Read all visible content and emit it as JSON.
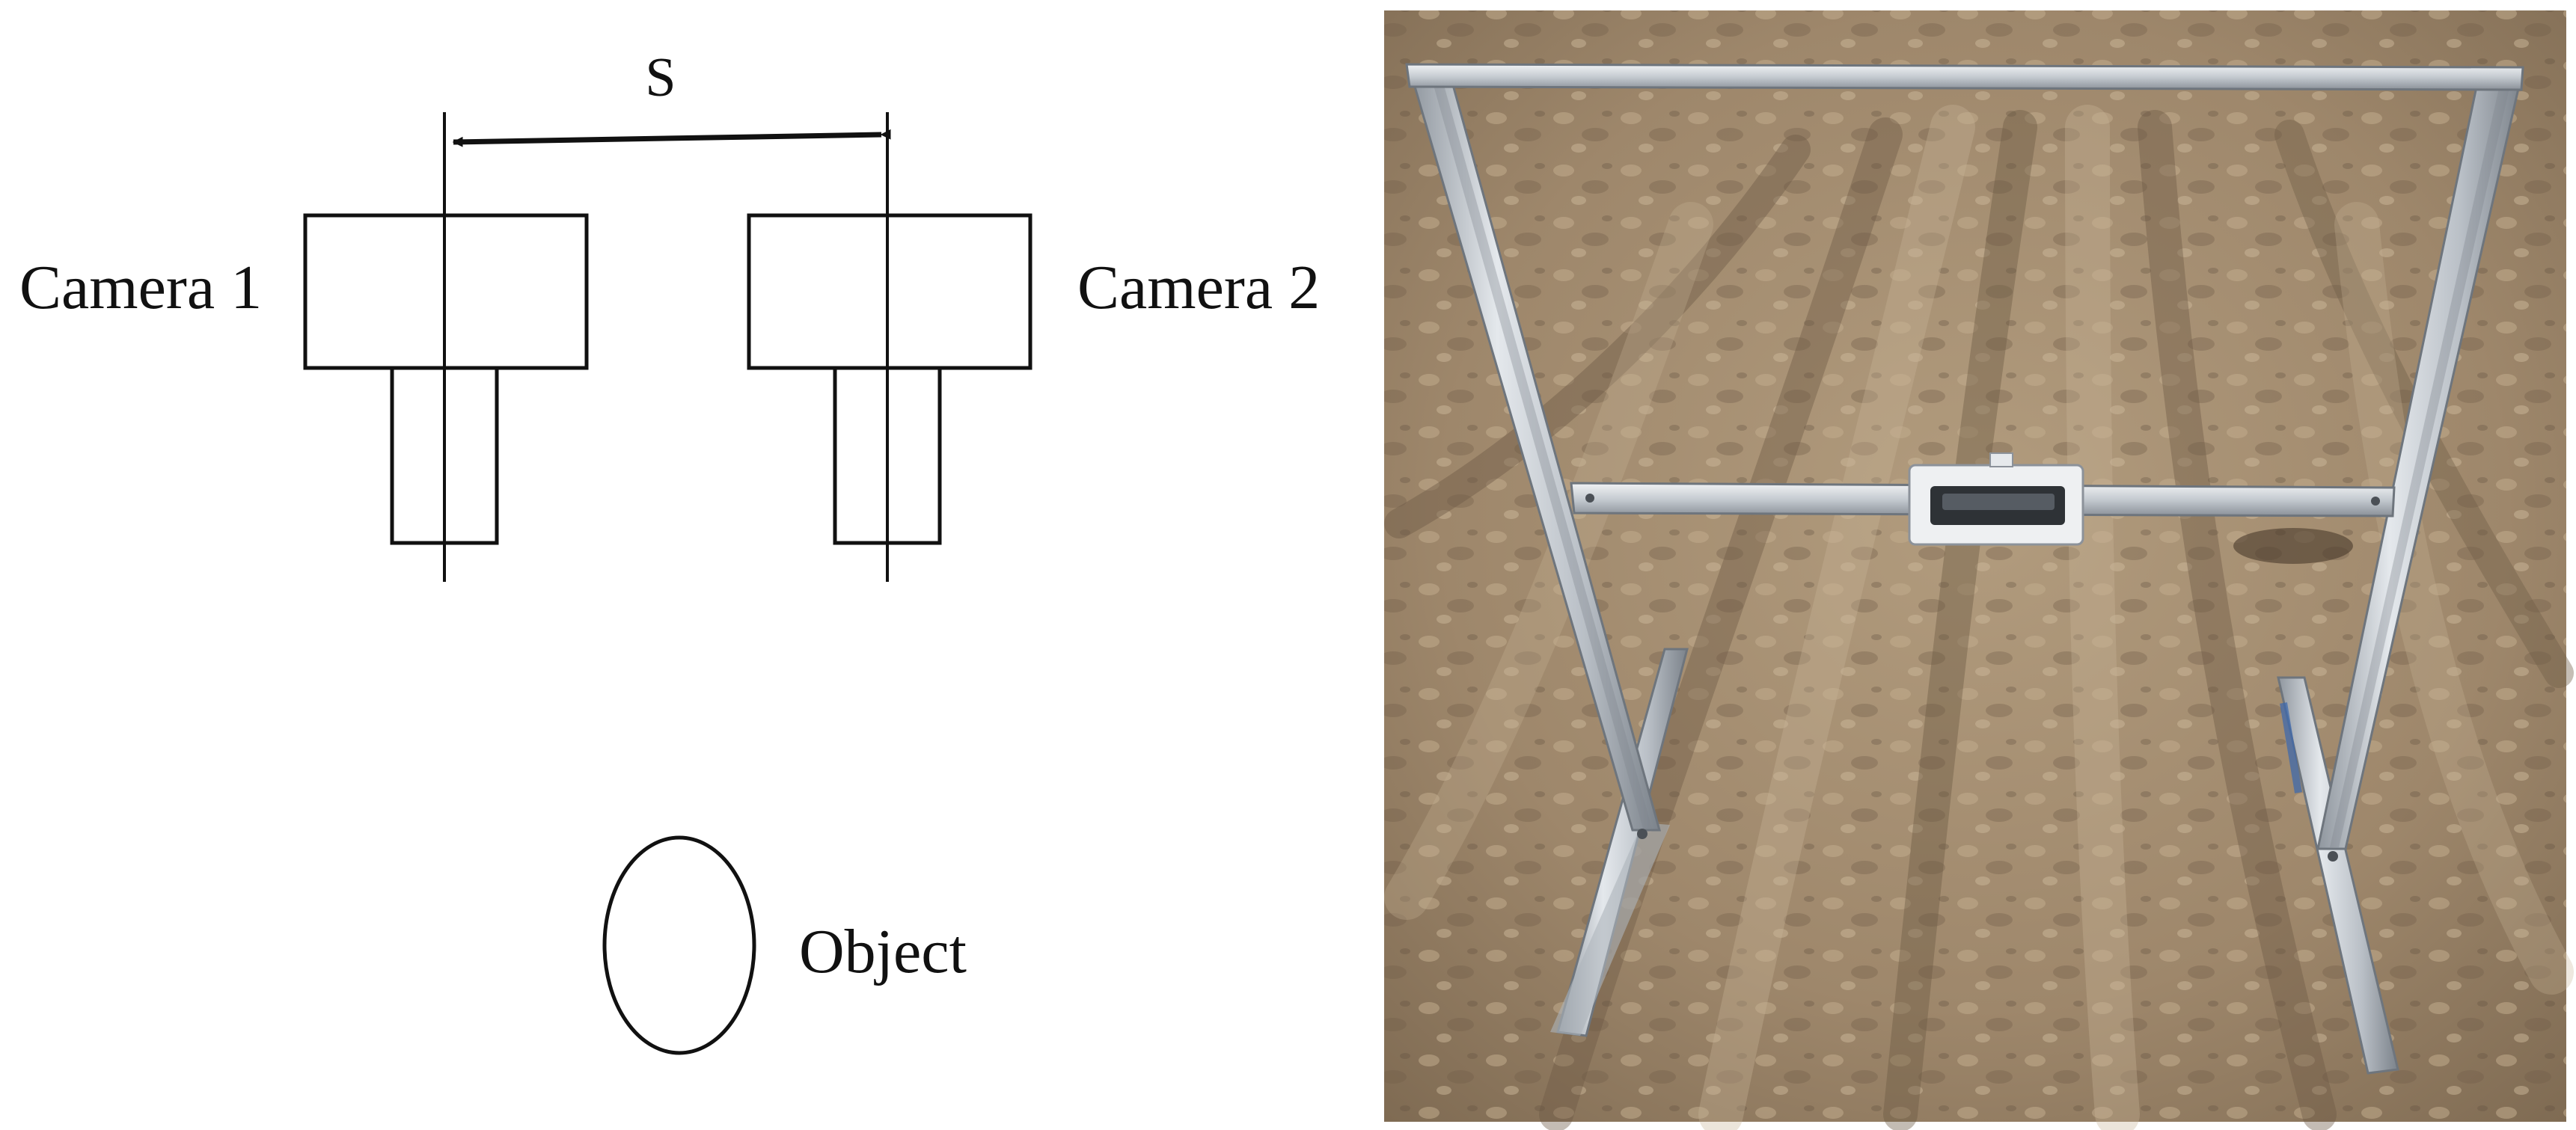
{
  "diagram": {
    "spacing_label": "S",
    "camera_1_label": "Camera 1",
    "camera_2_label": "Camera 2",
    "object_label": "Object"
  },
  "colors": {
    "line": "#111111",
    "background": "#ffffff",
    "soil": "#a58f73",
    "frame": "#c9ced4"
  },
  "photo": {
    "subject": "stereo camera rig on aluminium frame over tilled soil"
  }
}
